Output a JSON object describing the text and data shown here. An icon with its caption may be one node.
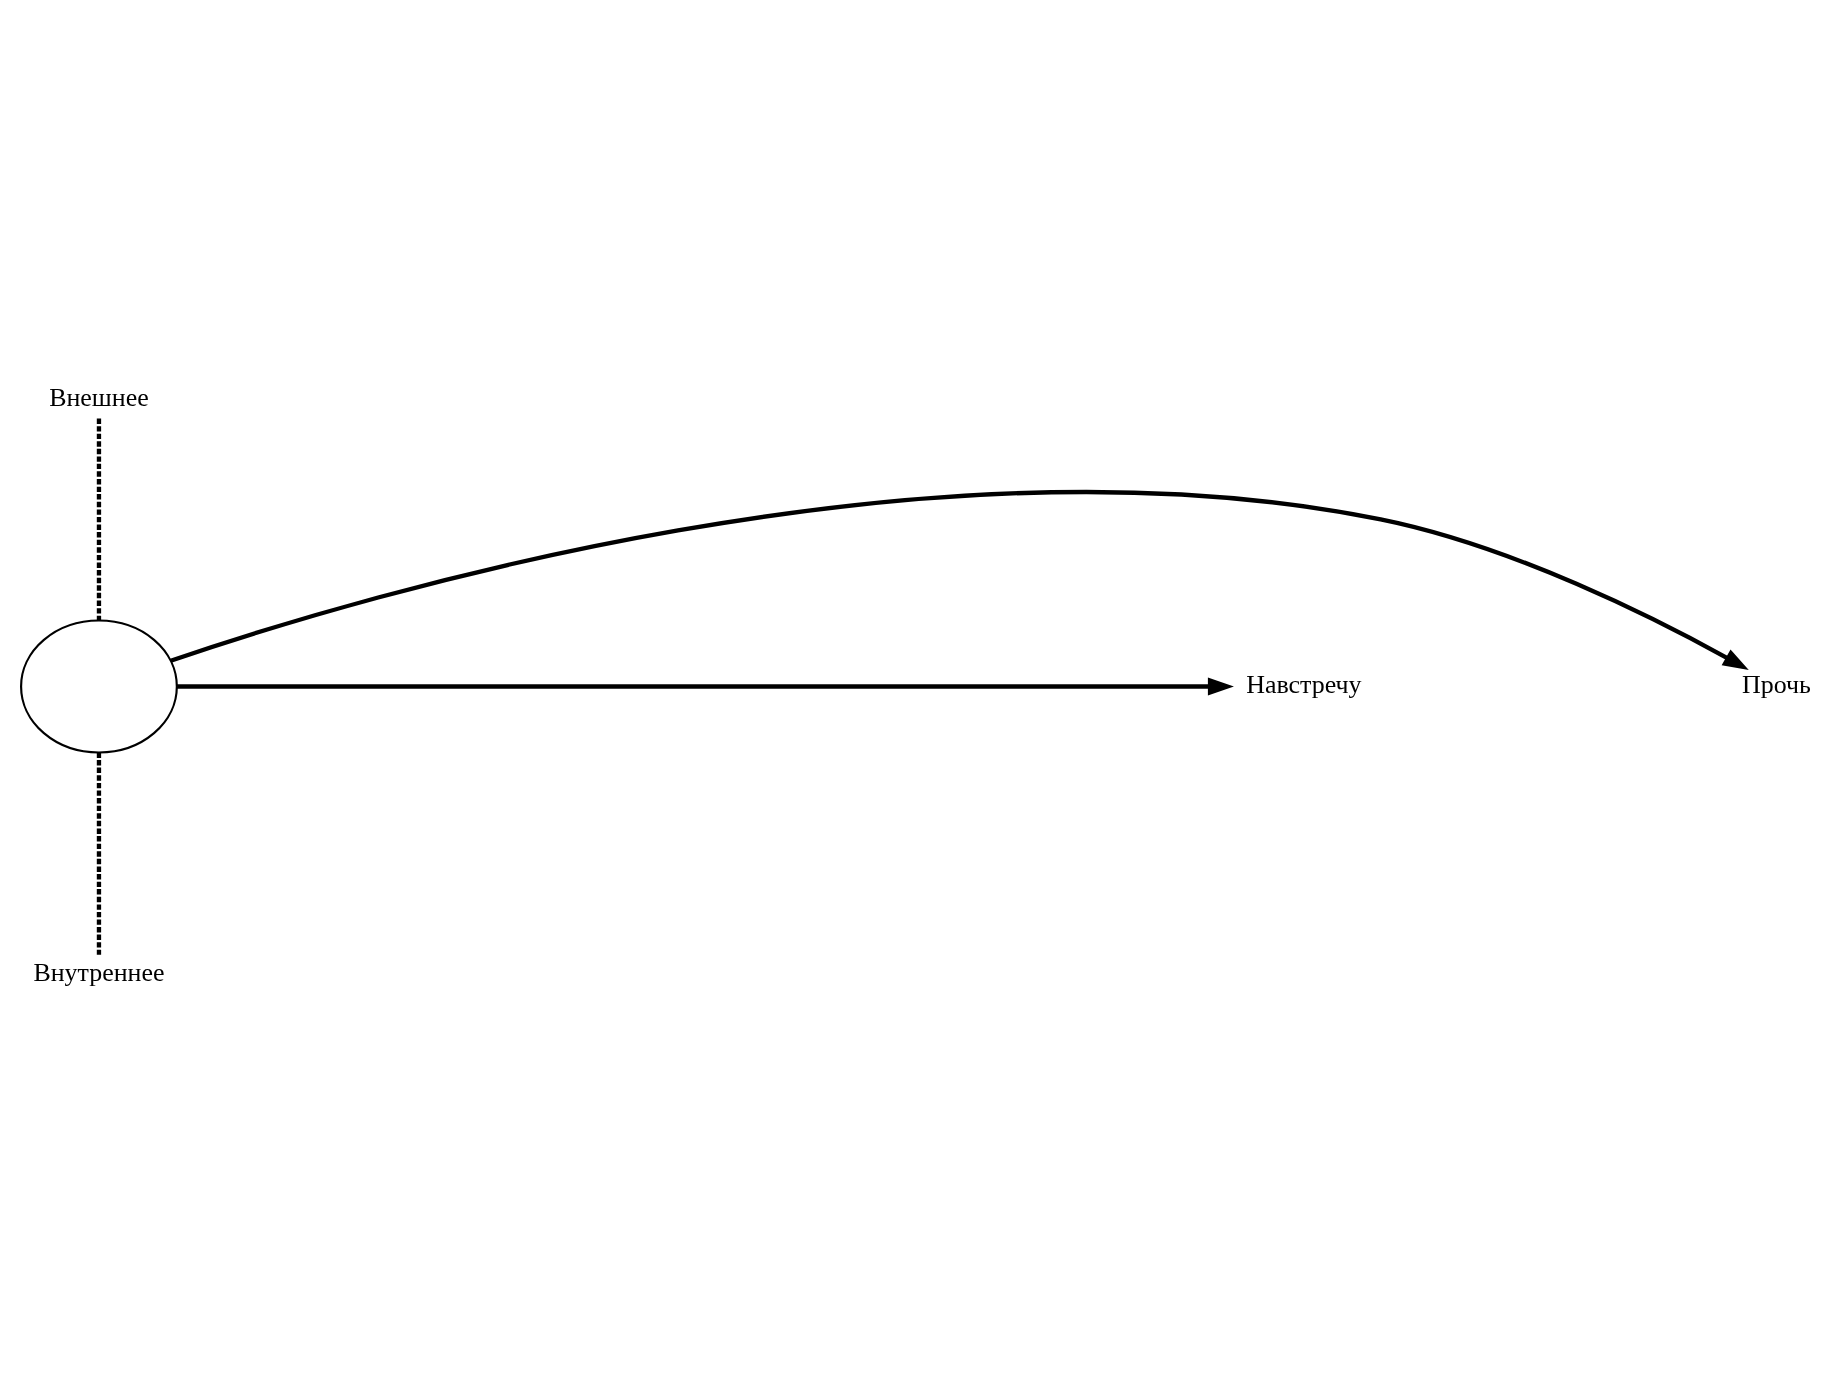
{
  "diagram": {
    "nodes": [
      {
        "text": [
          "Внешнее"
        ]
      },
      {
        "text": [
          "Прочь"
        ]
      },
      {
        "text": [
          "Навстречу"
        ]
      },
      {
        "text": [],
        "shape": "ellipse"
      },
      {
        "text": [
          "Внутреннее"
        ]
      }
    ],
    "edges": [
      {
        "from": 3,
        "to": 0,
        "arrow": "none",
        "style": "dashed"
      },
      {
        "from": 3,
        "to": 1,
        "arrow": "to"
      },
      {
        "from": 3,
        "to": 2,
        "arrow": "to"
      },
      {
        "from": 3,
        "to": 4,
        "arrow": "none",
        "style": "dashed"
      }
    ]
  }
}
